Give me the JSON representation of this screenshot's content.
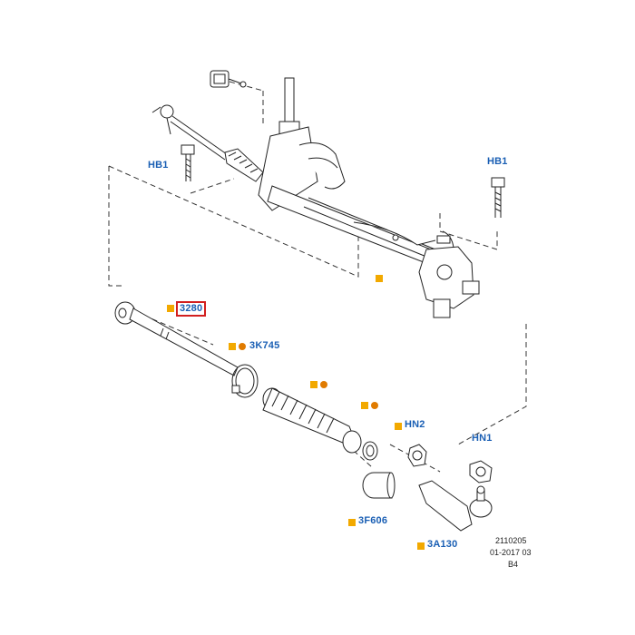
{
  "labels": {
    "hb1_left": "HB1",
    "hb1_right": "HB1",
    "p3280": "3280",
    "p3k745": "3K745",
    "hn2": "HN2",
    "hn1": "HN1",
    "p3f606": "3F606",
    "p3a130": "3A130"
  },
  "footer": {
    "code": "2110205",
    "date": "01-2017 03",
    "page": "B4"
  },
  "colors": {
    "label_text": "#1a5fb4",
    "marker_square": "#f2a900",
    "marker_dot": "#e07b00",
    "highlight_box": "#d21f1f"
  }
}
